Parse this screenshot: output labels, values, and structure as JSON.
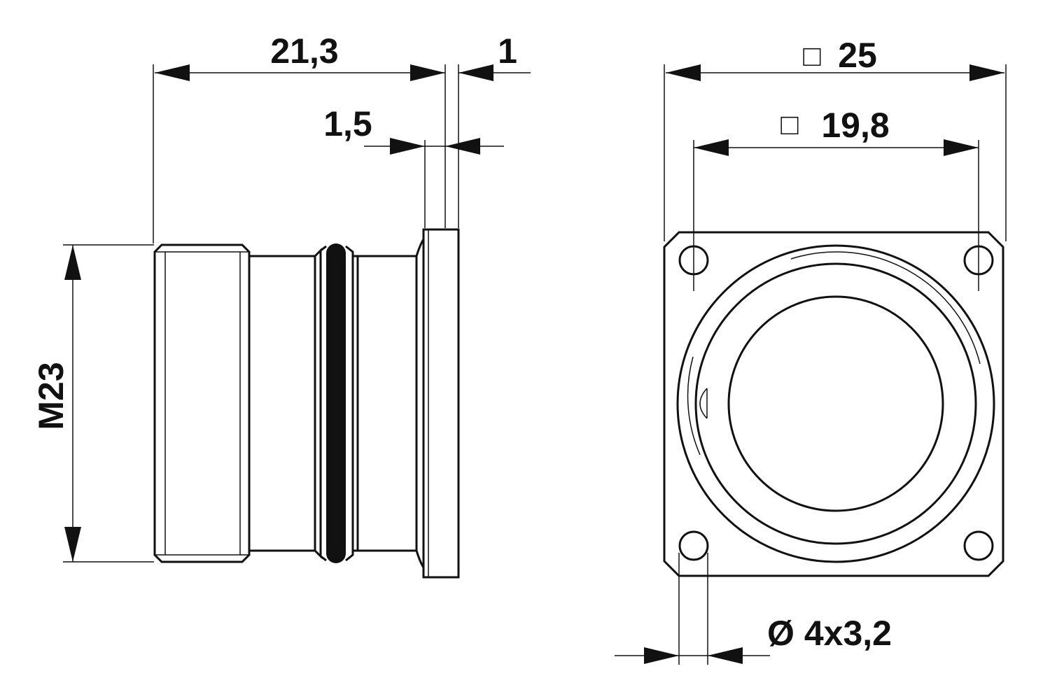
{
  "side_view": {
    "dim_length": "21,3",
    "dim_flange_gap": "1",
    "dim_flange": "1,5",
    "dim_thread": "M23"
  },
  "front_view": {
    "square_symbol": "□",
    "dim_outer_square": "25",
    "dim_hole_pitch": "19,8",
    "dim_holes": "Ø 4x3,2"
  },
  "colors": {
    "line": "#111111",
    "background": "#ffffff"
  }
}
